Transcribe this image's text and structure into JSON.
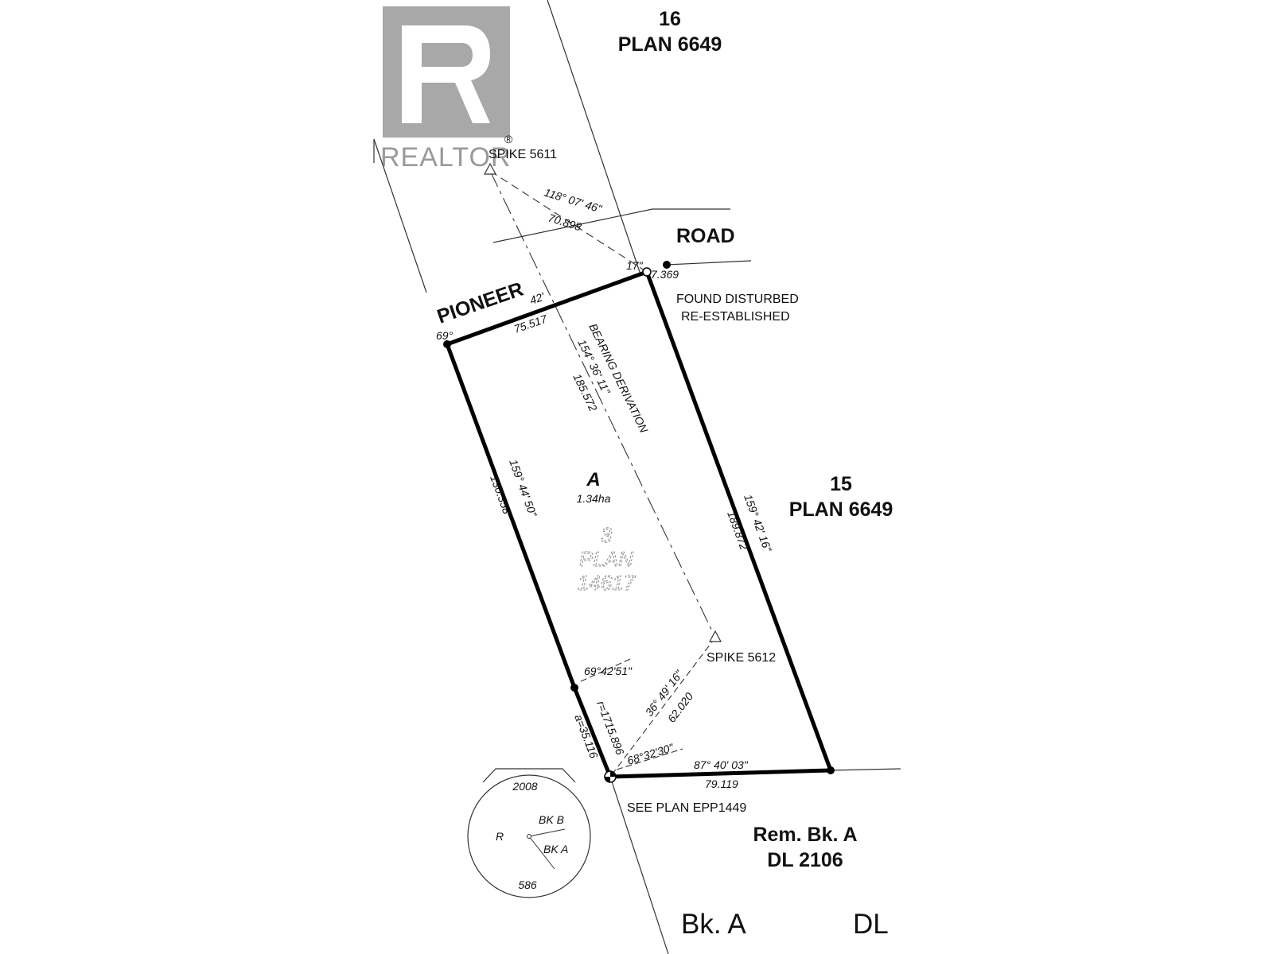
{
  "logo": {
    "text": "REALTOR",
    "mark": "®",
    "color": "#a8a8a8"
  },
  "parcels": {
    "lot16": {
      "number": "16",
      "plan": "PLAN 6649"
    },
    "lot15": {
      "number": "15",
      "plan": "PLAN 6649"
    },
    "rem": {
      "line1": "Rem. Bk. A",
      "line2": "DL 2106"
    },
    "bottom": {
      "left": "Bk. A",
      "right": "DL"
    }
  },
  "road": {
    "word1": "PIONEER",
    "word2": "ROAD"
  },
  "subject": {
    "label": "A",
    "area": "1.34ha",
    "ghost": [
      "3",
      "PLAN",
      "14617"
    ]
  },
  "monuments": {
    "spike_north": "SPIKE 5611",
    "spike_south": "SPIKE 5612",
    "found_line1": "FOUND DISTURBED",
    "found_line2": "RE-ESTABLISHED",
    "see_plan": "SEE PLAN EPP1449"
  },
  "dimensions": {
    "north_bearing": "118° 07' 46\"",
    "north_distance": "70.898",
    "top_angle_17": "17\"",
    "top_dist_7369": "7.369",
    "pioneer_42": "42'",
    "pioneer_dist": "75.517",
    "corner_69": "69°",
    "derivation_label": "BEARING DERIVATION",
    "derivation_bearing": "154° 36' 11\"",
    "derivation_dist": "185.572",
    "west_bearing": "159° 44' 50\"",
    "west_dist": "130.358",
    "east_bearing": "159° 42' 16\"",
    "east_dist": "189.872",
    "angle_69_42": "69°42'51\"",
    "curve_r": "r=1715.896",
    "curve_a": "a=35.116",
    "south_tie_bearing": "36° 49' 16\"",
    "south_tie_dist": "62.020",
    "angle_68": "68°32'30\"",
    "south_bearing": "87° 40' 03\"",
    "south_dist": "79.119"
  },
  "keymap": {
    "top": "2008",
    "bottom": "586",
    "left": "R",
    "upper_right": "BK B",
    "lower_right": "BK A"
  }
}
